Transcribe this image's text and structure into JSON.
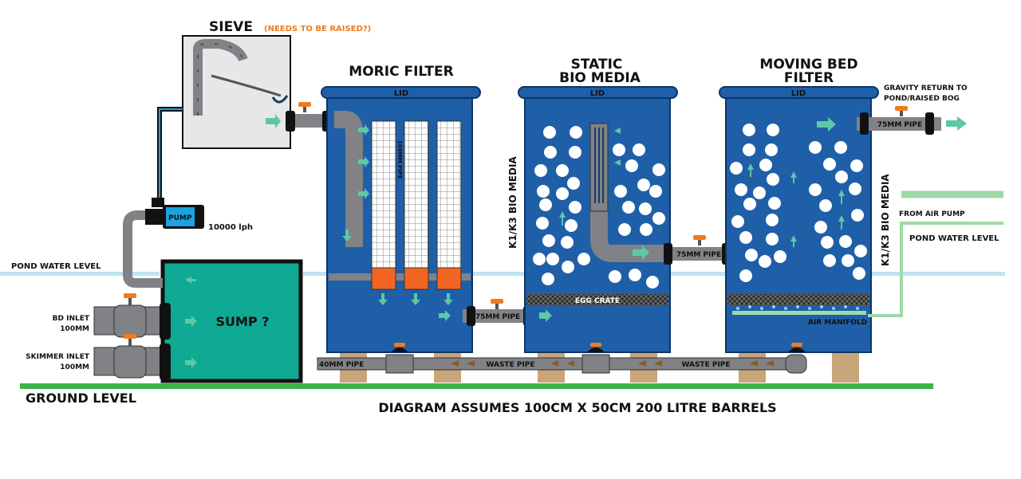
{
  "labels": {
    "sieve": "SIEVE",
    "sieve_note": "(NEEDS TO BE RAISED?)",
    "moric_filter": "MORIC FILTER",
    "static_bio_line1": "STATIC",
    "static_bio_line2": "BIO MEDIA",
    "moving_bed_line1": "MOVING BED",
    "moving_bed_line2": "FILTER",
    "lid": "LID",
    "gravity_return_line1": "GRAVITY RETURN TO",
    "gravity_return_line2": "POND/RAISED BOG",
    "pipe_75mm": "75MM PIPE",
    "pipe_100mm": "100MM PIPE",
    "pipe_40mm": "40MM PIPE",
    "waste_pipe": "WASTE PIPE",
    "k1k3_bio_media": "K1/K3 BIO MEDIA",
    "egg_crate": "EGG CRATE",
    "air_manifold": "AIR MANIFOLD",
    "from_air_pump": "FROM AIR PUMP",
    "pond_water_level": "POND WATER LEVEL",
    "pump": "PUMP",
    "pump_flow": "10000 lph",
    "sump": "SUMP ?",
    "bd_inlet_line1": "BD INLET",
    "bd_inlet_line2": "100MM",
    "skimmer_inlet_line1": "SKIMMER INLET",
    "skimmer_inlet_line2": "100MM",
    "ground_level": "GROUND LEVEL",
    "footer_note": "DIAGRAM ASSUMES 100CM X 50CM 200 LITRE BARRELS"
  },
  "colors": {
    "barrel": "#1f5fa8",
    "barrel_edge": "#0d3466",
    "pipe": "#808285",
    "pipe_dark": "#4d4f52",
    "flow_arrow": "#5ec7a8",
    "sump_water": "#0fa994",
    "ground": "#3cb44b",
    "water_level": "#bfe3f2",
    "air_line": "#9fd9a8",
    "valve_handle": "#f07c1e",
    "stand": "#c9a57a",
    "pump_body": "#1aa3e0",
    "note_orange": "#f07c1e"
  }
}
